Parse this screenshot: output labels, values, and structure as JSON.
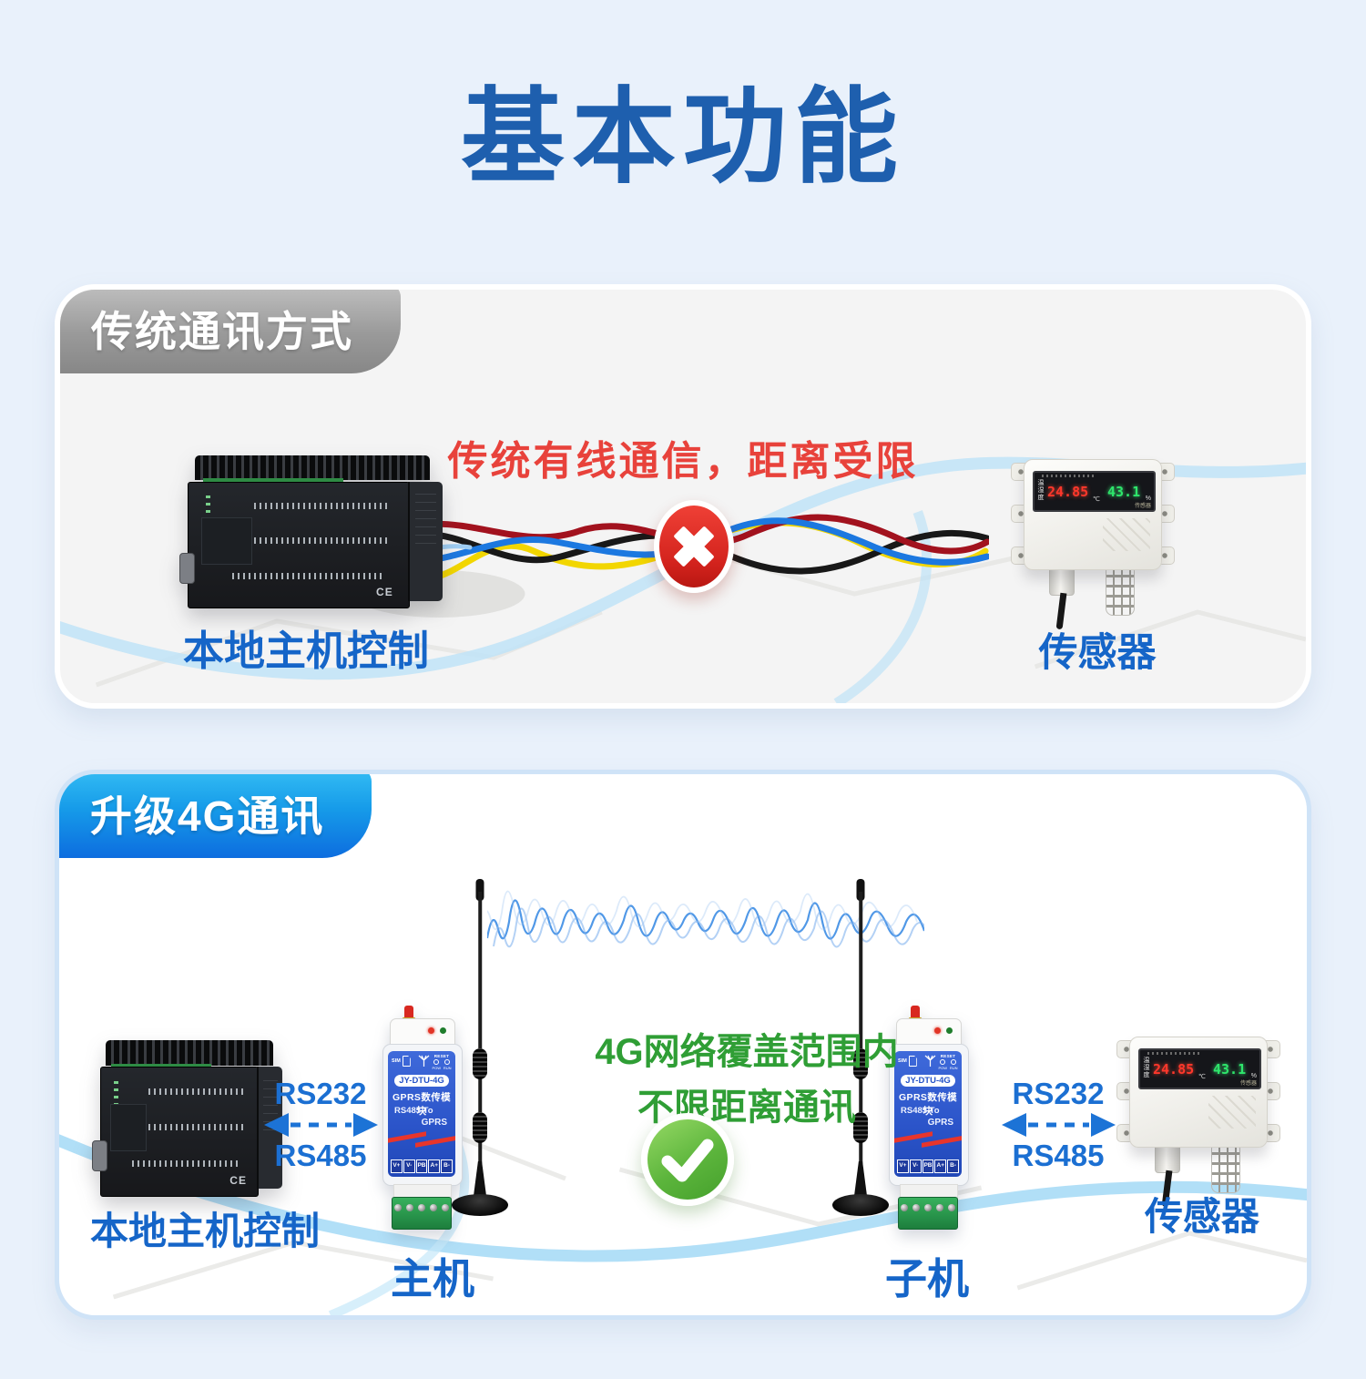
{
  "page": {
    "title": "基本功能"
  },
  "card1": {
    "tab": "传统通讯方式",
    "headline": "传统有线通信，距离受限",
    "plc_label": "本地主机控制",
    "sensor_label": "传感器"
  },
  "card2": {
    "tab": "升级4G通讯",
    "note_line1": "4G网络覆盖范围内",
    "note_line2": "不限距离通讯",
    "plc_label": "本地主机控制",
    "master_label": "主机",
    "slave_label": "子机",
    "sensor_label": "传感器",
    "link_top": "RS232",
    "link_bottom": "RS485"
  },
  "dtu": {
    "model": "JY-DTU-4G",
    "name": "GPRS数传模块",
    "conv_line1": "RS485 To",
    "conv_line2": "GPRS",
    "sim_label": "SIM",
    "reset_label": "RESET",
    "pow_label": "POW",
    "run_label": "RUN",
    "terminals": [
      "V+",
      "V-",
      "PB",
      "A+",
      "B-"
    ]
  },
  "sensor": {
    "side_label": "温湿度",
    "temp_value": "24.85",
    "temp_unit": "℃",
    "humidity_value": "43.1",
    "humidity_unit": "%",
    "display_note": "传感器"
  },
  "plc": {
    "ce_mark": "CE"
  },
  "colors": {
    "page_bg": "#e9f1fb",
    "title_blue": "#1e5fae",
    "label_blue": "#1565c8",
    "alert_red": "#e8423b",
    "ok_green": "#2f9e35",
    "tab_blue_start": "#34bdf4",
    "tab_blue_end": "#0d6ddf",
    "dtu_panel_blue": "#2b54c9"
  }
}
